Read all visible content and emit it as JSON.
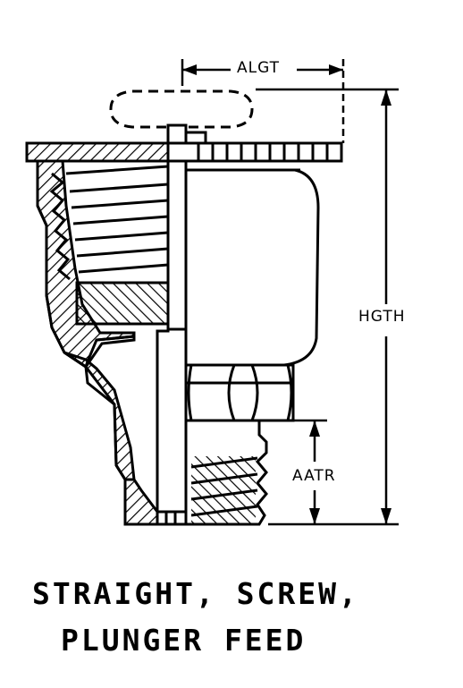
{
  "dimensions": {
    "algt": "ALGT",
    "hgth": "HGTH",
    "aatr": "AATR"
  },
  "caption": {
    "line1": "STRAIGHT, SCREW,",
    "line2": "PLUNGER FEED"
  }
}
